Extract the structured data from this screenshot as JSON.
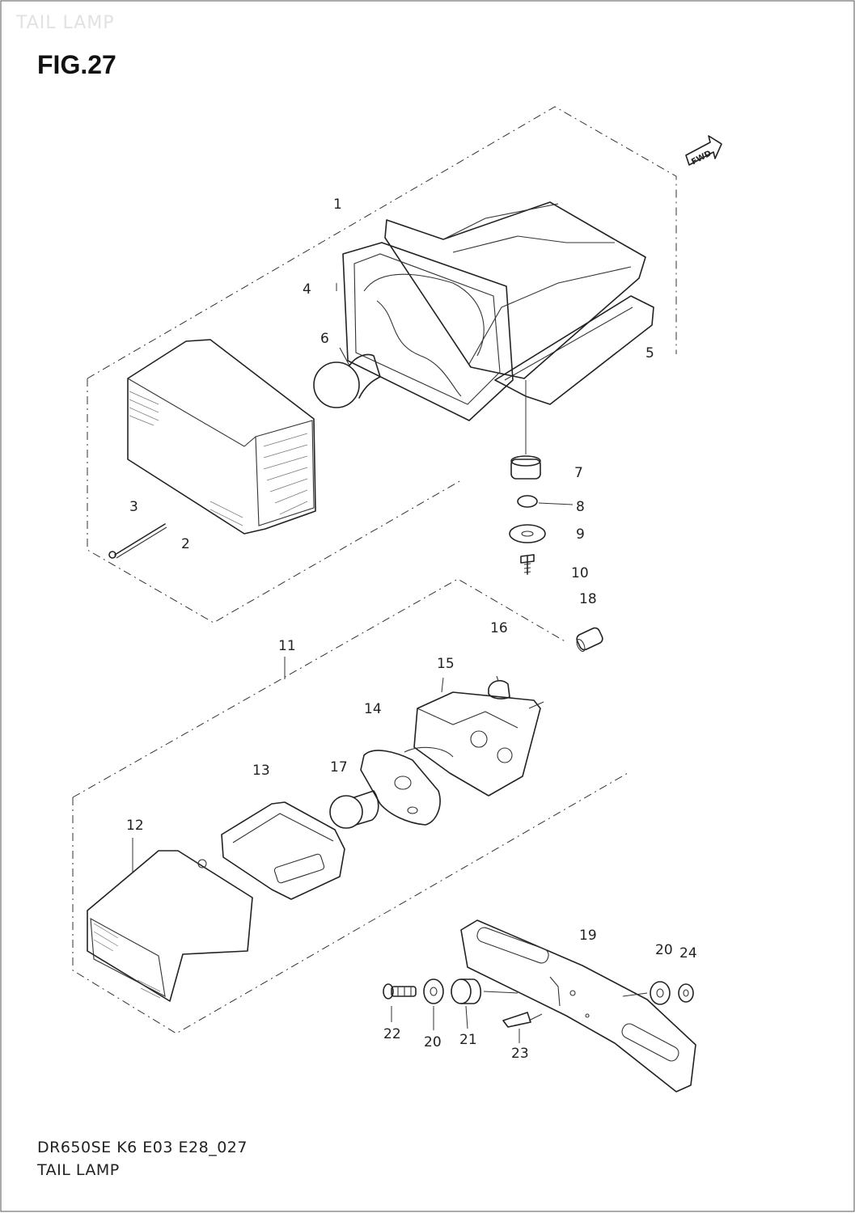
{
  "watermark": "TAIL LAMP",
  "figure_title": "FIG.27",
  "fwd_badge": "FWD",
  "footer": {
    "code": "DR650SE K6 E03 E28_027",
    "name": "TAIL LAMP"
  },
  "callouts": [
    {
      "id": "c1",
      "label": "1"
    },
    {
      "id": "c2",
      "label": "2"
    },
    {
      "id": "c3",
      "label": "3"
    },
    {
      "id": "c4",
      "label": "4"
    },
    {
      "id": "c5",
      "label": "5"
    },
    {
      "id": "c6",
      "label": "6"
    },
    {
      "id": "c7",
      "label": "7"
    },
    {
      "id": "c8",
      "label": "8"
    },
    {
      "id": "c9",
      "label": "9"
    },
    {
      "id": "c10",
      "label": "10"
    },
    {
      "id": "c11",
      "label": "11"
    },
    {
      "id": "c12",
      "label": "12"
    },
    {
      "id": "c13",
      "label": "13"
    },
    {
      "id": "c14",
      "label": "14"
    },
    {
      "id": "c15",
      "label": "15"
    },
    {
      "id": "c16",
      "label": "16"
    },
    {
      "id": "c17",
      "label": "17"
    },
    {
      "id": "c18",
      "label": "18"
    },
    {
      "id": "c19",
      "label": "19"
    },
    {
      "id": "c20a",
      "label": "20"
    },
    {
      "id": "c20b",
      "label": "20"
    },
    {
      "id": "c21",
      "label": "21"
    },
    {
      "id": "c22",
      "label": "22"
    },
    {
      "id": "c23",
      "label": "23"
    },
    {
      "id": "c24",
      "label": "24"
    }
  ]
}
